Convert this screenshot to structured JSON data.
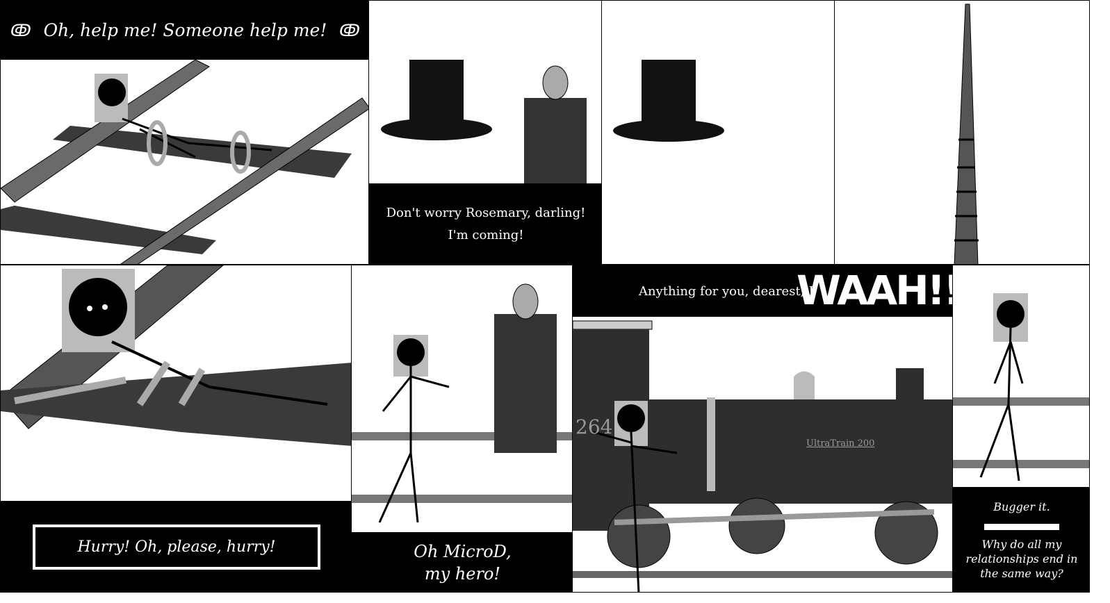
{
  "panels": [
    {
      "caption": "Oh, help me! Someone help me!"
    },
    {
      "caption_line1": "Don't worry Rosemary, darling!",
      "caption_line2": "I'm coming!"
    },
    {},
    {},
    {
      "caption": "Hurry! Oh, please, hurry!"
    },
    {
      "caption_line1": "Oh MicroD,",
      "caption_line2": "my hero!"
    },
    {
      "caption": "Anything for you, dearest; I",
      "sound_effect": "WAAH!!",
      "train_number": "264",
      "train_name": "UltraTrain 200"
    },
    {
      "caption_line1": "Bugger it.",
      "caption_line2": "Why do all my relationships end in the same way?"
    }
  ],
  "ornament_icon": "scroll-ornament",
  "colors": {
    "caption_bg": "#000000",
    "caption_text": "#ffffff",
    "rail": "#6a6a6a",
    "plank": "#3a3a3a",
    "train": "#2e2e2e"
  }
}
